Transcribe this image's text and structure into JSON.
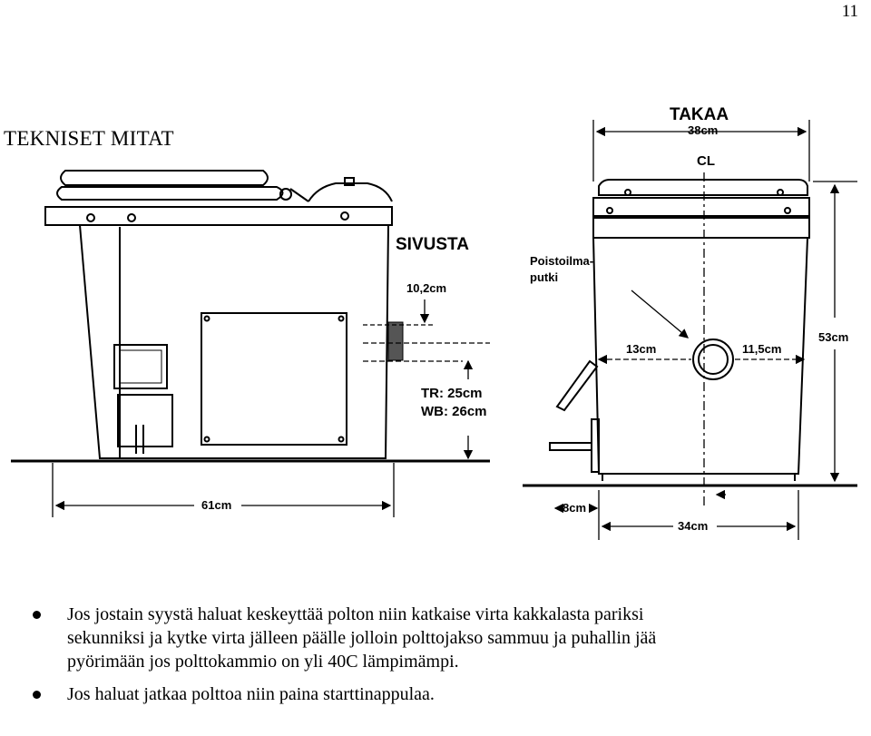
{
  "page_number": "11",
  "heading": "TEKNISET MITAT",
  "drawing": {
    "side_view": {
      "title": "SIVUSTA",
      "dim_top": "10,2cm",
      "height_lines": [
        "TR: 25cm",
        "WB: 26cm"
      ],
      "width": "61cm"
    },
    "back_view": {
      "title": "TAKAA",
      "width_top": "38cm",
      "centerline": "CL",
      "exhaust_label_lines": [
        "Poistoilma-",
        "putki"
      ],
      "left_offset": "13cm",
      "right_offset": "11,5cm",
      "height": "53cm",
      "pedal_offset": "8cm",
      "base_width": "34cm"
    }
  },
  "notes": [
    {
      "lines": [
        "Jos jostain syystä haluat keskeyttää polton niin katkaise virta kakkalasta pariksi",
        "sekunniksi ja kytke virta jälleen päälle jolloin polttojakso sammuu ja puhallin jää",
        "pyörimään jos polttokammio on yli 40C lämpimämpi."
      ]
    },
    {
      "lines": [
        "Jos haluat jatkaa polttoa niin paina starttinappulaa."
      ]
    }
  ]
}
